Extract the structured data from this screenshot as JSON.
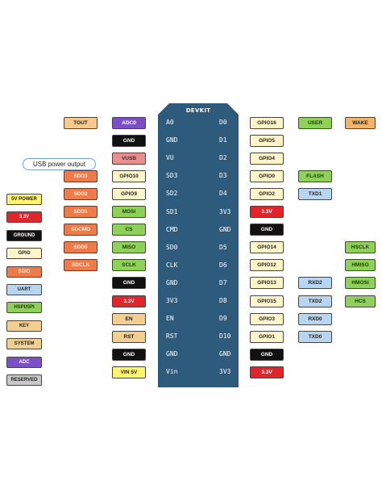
{
  "board": {
    "title": "DEVKIT"
  },
  "left_pins": [
    {
      "pin": "A0",
      "labels": [
        {
          "text": "TOUT",
          "type": "tout"
        },
        {
          "text": "ADC0",
          "type": "adc"
        }
      ]
    },
    {
      "pin": "GND",
      "labels": [
        {
          "text": "GND",
          "type": "gnd"
        }
      ]
    },
    {
      "pin": "VU",
      "labels": [
        {
          "text": "VUSB",
          "type": "vusb"
        }
      ]
    },
    {
      "pin": "SD3",
      "labels": [
        {
          "text": "SDD3",
          "type": "sdio"
        },
        {
          "text": "GPIO10",
          "type": "gpio"
        }
      ]
    },
    {
      "pin": "SD2",
      "labels": [
        {
          "text": "SDD2",
          "type": "sdio"
        },
        {
          "text": "GPIO9",
          "type": "gpio"
        }
      ]
    },
    {
      "pin": "SD1",
      "labels": [
        {
          "text": "SDD1",
          "type": "sdio"
        },
        {
          "text": "MOSI",
          "type": "mosi"
        }
      ]
    },
    {
      "pin": "CMD",
      "labels": [
        {
          "text": "SDCMD",
          "type": "sdio"
        },
        {
          "text": "CS",
          "type": "mosi"
        }
      ]
    },
    {
      "pin": "SD0",
      "labels": [
        {
          "text": "SDD0",
          "type": "sdio"
        },
        {
          "text": "MISO",
          "type": "mosi"
        }
      ]
    },
    {
      "pin": "CLK",
      "labels": [
        {
          "text": "SDCLK",
          "type": "sdio"
        },
        {
          "text": "SCLK",
          "type": "mosi"
        }
      ]
    },
    {
      "pin": "GND",
      "labels": [
        {
          "text": "GND",
          "type": "gnd"
        }
      ]
    },
    {
      "pin": "3V3",
      "labels": [
        {
          "text": "3.3V",
          "type": "v33"
        }
      ]
    },
    {
      "pin": "EN",
      "labels": [
        {
          "text": "EN",
          "type": "key"
        }
      ]
    },
    {
      "pin": "RST",
      "labels": [
        {
          "text": "RST",
          "type": "key"
        }
      ]
    },
    {
      "pin": "GND",
      "labels": [
        {
          "text": "GND",
          "type": "gnd"
        }
      ]
    },
    {
      "pin": "Vin",
      "labels": [
        {
          "text": "VIN 5V",
          "type": "vin"
        }
      ]
    }
  ],
  "right_pins": [
    {
      "pin": "D0",
      "labels": [
        {
          "text": "GPIO16",
          "type": "gpio"
        },
        {
          "text": "USER",
          "type": "user"
        },
        {
          "text": "WAKE",
          "type": "wake"
        }
      ]
    },
    {
      "pin": "D1",
      "labels": [
        {
          "text": "GPIO5",
          "type": "gpio"
        }
      ]
    },
    {
      "pin": "D2",
      "labels": [
        {
          "text": "GPIO4",
          "type": "gpio"
        }
      ]
    },
    {
      "pin": "D3",
      "labels": [
        {
          "text": "GPIO0",
          "type": "gpio"
        },
        {
          "text": "FLASH",
          "type": "flash"
        }
      ]
    },
    {
      "pin": "D4",
      "labels": [
        {
          "text": "GPIO2",
          "type": "gpio"
        },
        {
          "text": "TXD1",
          "type": "uart"
        }
      ]
    },
    {
      "pin": "3V3",
      "labels": [
        {
          "text": "3.3V",
          "type": "v33"
        }
      ]
    },
    {
      "pin": "GND",
      "labels": [
        {
          "text": "GND",
          "type": "gnd"
        }
      ]
    },
    {
      "pin": "D5",
      "labels": [
        {
          "text": "GPIO14",
          "type": "gpio"
        },
        {
          "text": "HSCLK",
          "type": "hspi"
        }
      ]
    },
    {
      "pin": "D6",
      "labels": [
        {
          "text": "GPIO12",
          "type": "gpio"
        },
        {
          "text": "HMISO",
          "type": "hspi"
        }
      ]
    },
    {
      "pin": "D7",
      "labels": [
        {
          "text": "GPIO13",
          "type": "gpio"
        },
        {
          "text": "RXD2",
          "type": "uart"
        },
        {
          "text": "HMOSI",
          "type": "hspi"
        }
      ]
    },
    {
      "pin": "D8",
      "labels": [
        {
          "text": "GPIO15",
          "type": "gpio"
        },
        {
          "text": "TXD2",
          "type": "uart"
        },
        {
          "text": "HCS",
          "type": "hspi"
        }
      ]
    },
    {
      "pin": "D9",
      "labels": [
        {
          "text": "GPIO3",
          "type": "gpio"
        },
        {
          "text": "RXD0",
          "type": "uart"
        }
      ]
    },
    {
      "pin": "D10",
      "labels": [
        {
          "text": "GPIO1",
          "type": "gpio"
        },
        {
          "text": "TXD0",
          "type": "uart"
        }
      ]
    },
    {
      "pin": "GND",
      "labels": [
        {
          "text": "GND",
          "type": "gnd"
        }
      ]
    },
    {
      "pin": "3V3",
      "labels": [
        {
          "text": "3.3V",
          "type": "v33"
        }
      ]
    }
  ],
  "usb_note": "USB power output",
  "legend": [
    {
      "text": "5V POWER",
      "type": "5v"
    },
    {
      "text": "3.3V",
      "type": "v33"
    },
    {
      "text": "GROUND",
      "type": "ground"
    },
    {
      "text": "GPIO",
      "type": "gpio"
    },
    {
      "text": "SDIO",
      "type": "sdio"
    },
    {
      "text": "UART",
      "type": "uart"
    },
    {
      "text": "HSPI/SPI",
      "type": "hspi"
    },
    {
      "text": "KEY",
      "type": "key"
    },
    {
      "text": "SYSTEM",
      "type": "system"
    },
    {
      "text": "ADC",
      "type": "adc"
    },
    {
      "text": "RESERVED",
      "type": "reserved"
    }
  ],
  "colors": {
    "board": "#2e5a7c",
    "adc": "#7d4fc7",
    "gpio": "#fff5c9",
    "ground": "#111111",
    "v33": "#e2252b",
    "sdio": "#f07b4a",
    "hspi": "#8fd05a",
    "uart": "#b8d6f2",
    "key": "#f2cf8d",
    "vin": "#fff46a",
    "reserved": "#c8c8c8"
  }
}
